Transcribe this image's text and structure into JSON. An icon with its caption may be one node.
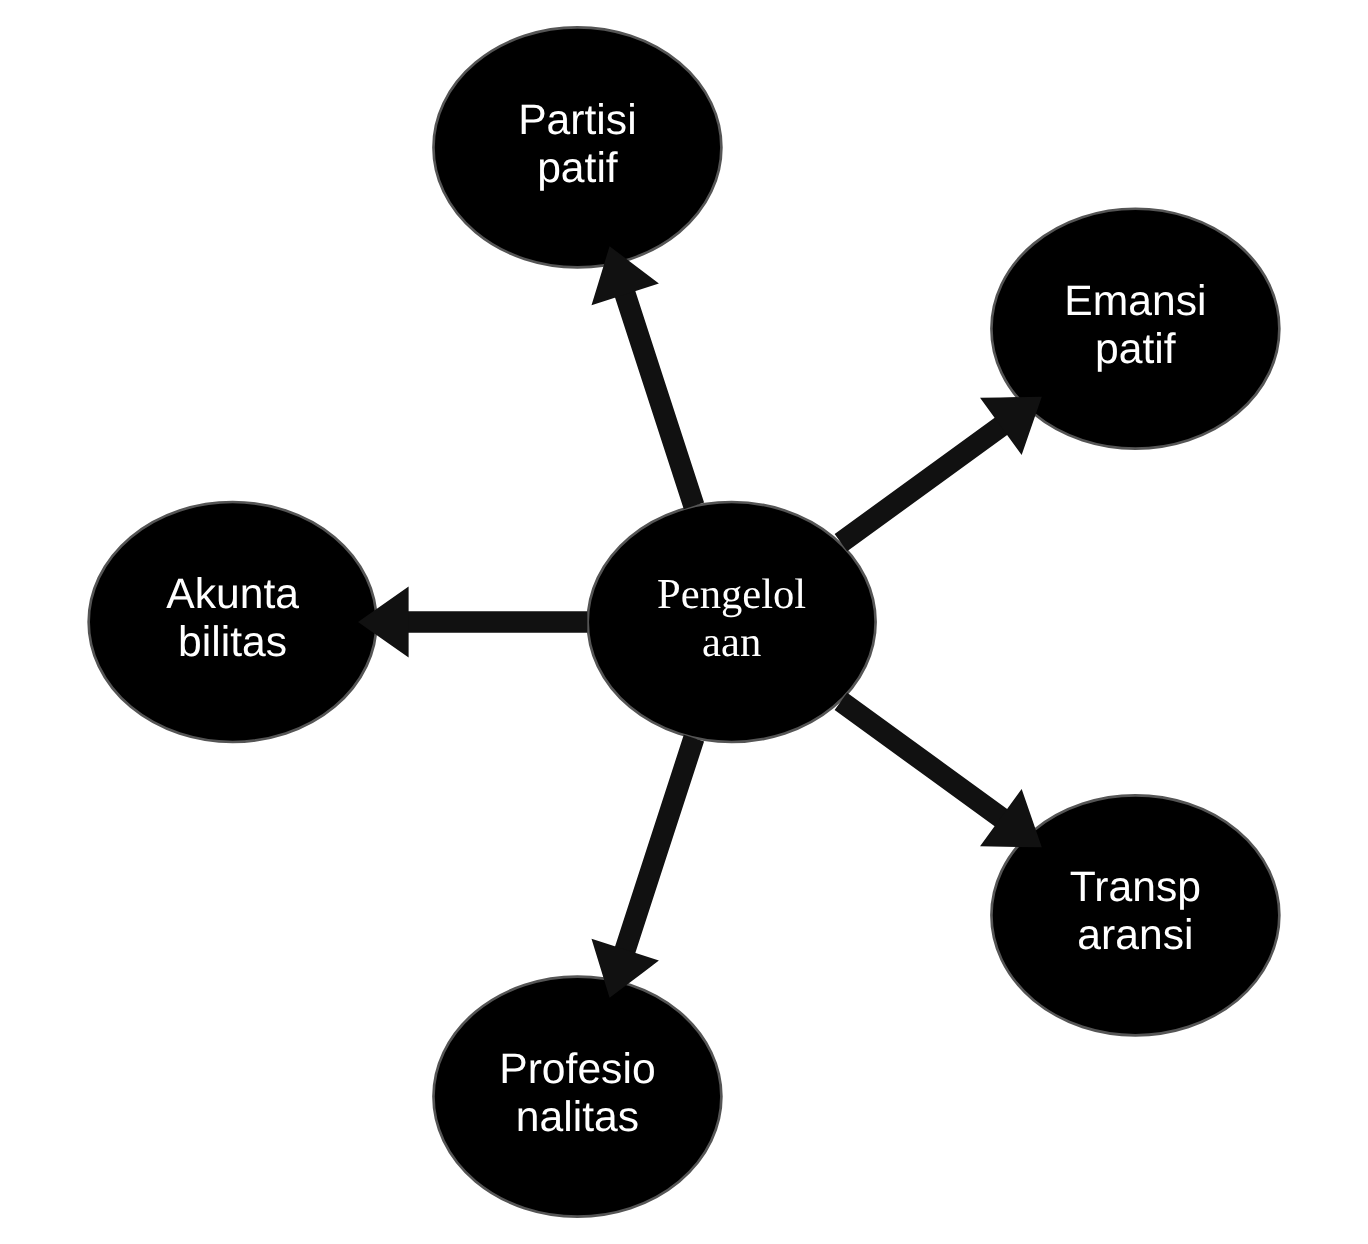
{
  "diagram": {
    "nodes": [
      {
        "text": [
          "Pengelol aan"
        ]
      },
      {
        "text": [
          "Emansi patif"
        ]
      },
      {
        "text": [
          "Partisi patif"
        ]
      },
      {
        "text": [
          "Akunta bilitas"
        ]
      },
      {
        "text": [
          "Profesio nalitas"
        ]
      },
      {
        "text": [
          "Transp aransi"
        ]
      }
    ],
    "edges": [
      {
        "from": 0,
        "to": 1,
        "arrow": "to"
      },
      {
        "from": 0,
        "to": 2,
        "arrow": "to"
      },
      {
        "from": 0,
        "to": 3,
        "arrow": "to"
      },
      {
        "from": 0,
        "to": 4,
        "arrow": "to"
      },
      {
        "from": 0,
        "to": 5,
        "arrow": "to"
      }
    ]
  }
}
